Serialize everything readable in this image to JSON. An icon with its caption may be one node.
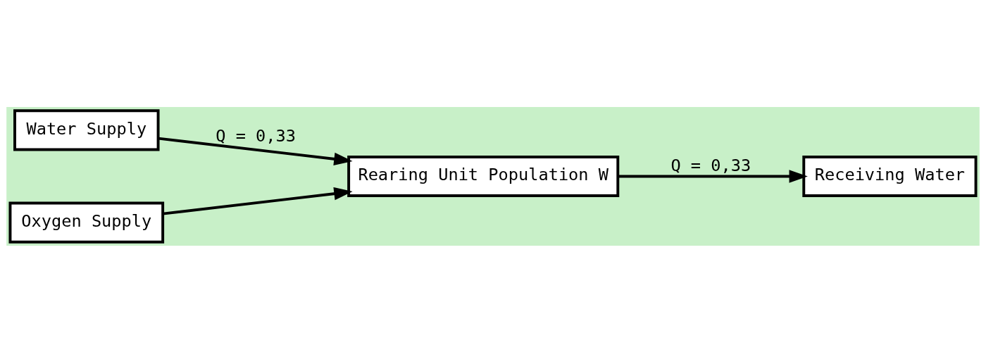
{
  "diagram": {
    "nodes": [
      {
        "text": [
          "Water Supply"
        ]
      },
      {
        "text": [
          "Rearing Unit Population W"
        ]
      },
      {
        "text": [
          "Receiving Water"
        ]
      },
      {
        "text": [
          "Oxygen Supply"
        ]
      }
    ],
    "edges": [
      {
        "from": 0,
        "to": 1,
        "arrow": "to",
        "label": "Q = 0,33"
      },
      {
        "from": 1,
        "to": 2,
        "arrow": "to",
        "label": "Q = 0,33"
      },
      {
        "from": 3,
        "to": 1,
        "arrow": "to"
      }
    ]
  }
}
